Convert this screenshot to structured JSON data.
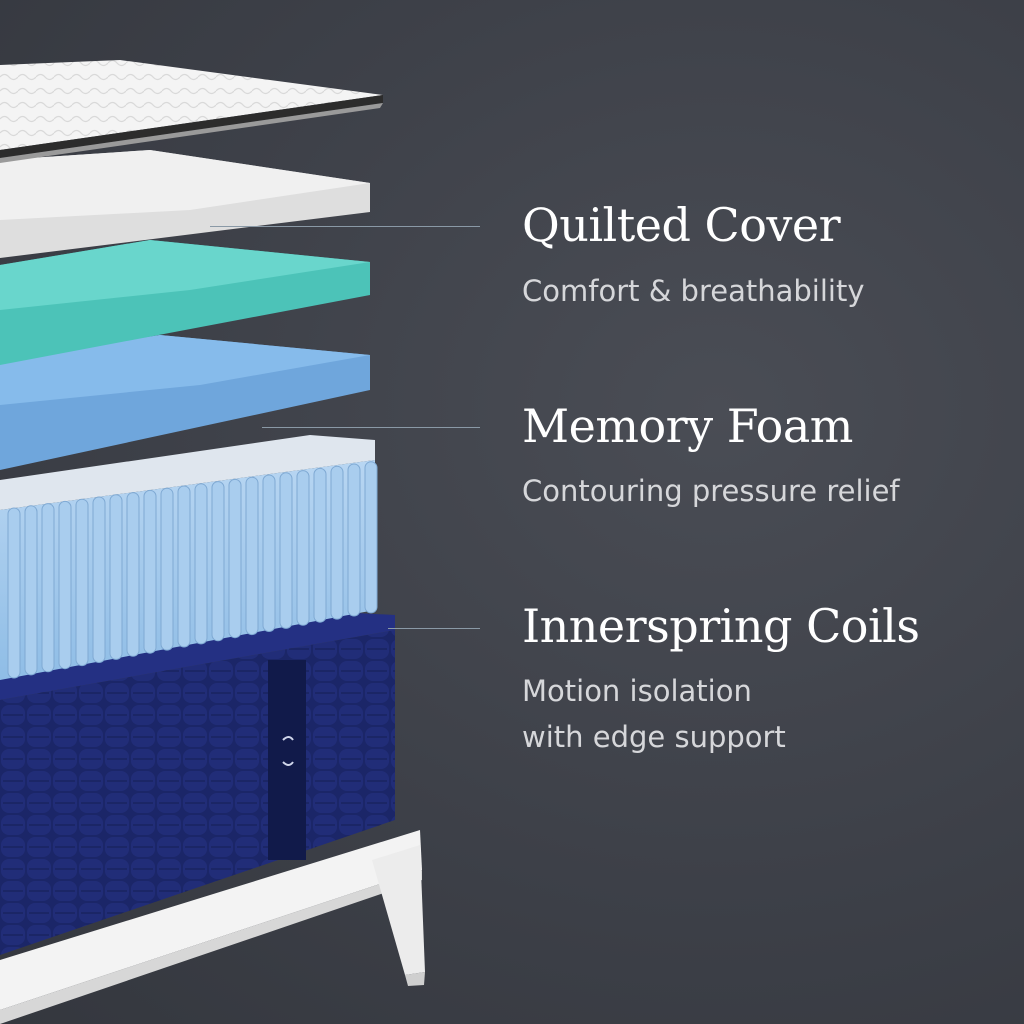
{
  "layers": [
    {
      "title": "Quilted Cover",
      "description_lines": [
        "Comfort & breathability"
      ]
    },
    {
      "title": "Memory Foam",
      "description_lines": [
        "Contouring pressure relief"
      ]
    },
    {
      "title": "Innerspring Coils",
      "description_lines": [
        "Motion isolation",
        "with edge support"
      ]
    }
  ],
  "colors": {
    "background": "#3d4048",
    "title_text": "#ffffff",
    "description_text": "#d6d7da",
    "leader_line": "#8a99a6",
    "cover_top": "#f2f2f2",
    "comfort_layer": "#e6e6e6",
    "gel_foam": "#5fd0c6",
    "memory_foam": "#7fb4e6",
    "coils": "#9ac4ea",
    "base": "#1a2466",
    "frame": "#f3f3f3"
  }
}
